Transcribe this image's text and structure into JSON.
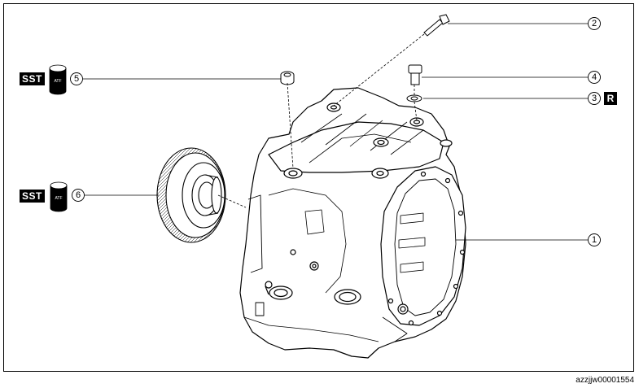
{
  "callouts": [
    {
      "id": "callout-1",
      "number": "1"
    },
    {
      "id": "callout-2",
      "number": "2"
    },
    {
      "id": "callout-3",
      "number": "3"
    },
    {
      "id": "callout-4",
      "number": "4"
    },
    {
      "id": "callout-5",
      "number": "5"
    },
    {
      "id": "callout-6",
      "number": "6"
    }
  ],
  "badges": {
    "sst_label": "SST",
    "atf_label": "ATF",
    "replace_label": "R"
  },
  "figure_id": "azzjjw00001554",
  "colors": {
    "ink": "#000000",
    "paper": "#ffffff"
  }
}
